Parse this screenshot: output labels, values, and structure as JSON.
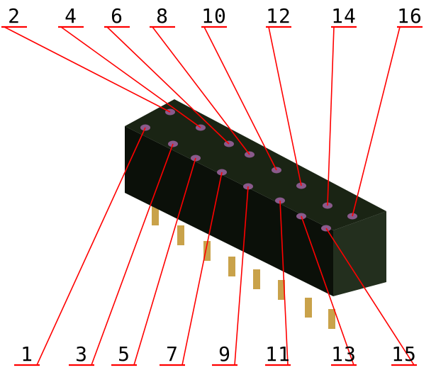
{
  "diagram": {
    "top_labels": [
      "2",
      "4",
      "6",
      "8",
      "10",
      "12",
      "14",
      "16"
    ],
    "bottom_labels": [
      "1",
      "3",
      "5",
      "7",
      "9",
      "11",
      "13",
      "15"
    ],
    "colors": {
      "background": "#ffffff",
      "leader_lines": "#ff0000",
      "label_text": "#000000",
      "connector_body": "#1a2414",
      "connector_dark": "#0b1009",
      "connector_side": "#232f1e",
      "pin_hole": "#8a5a8c",
      "pin_leads": "#c9a24a"
    }
  }
}
